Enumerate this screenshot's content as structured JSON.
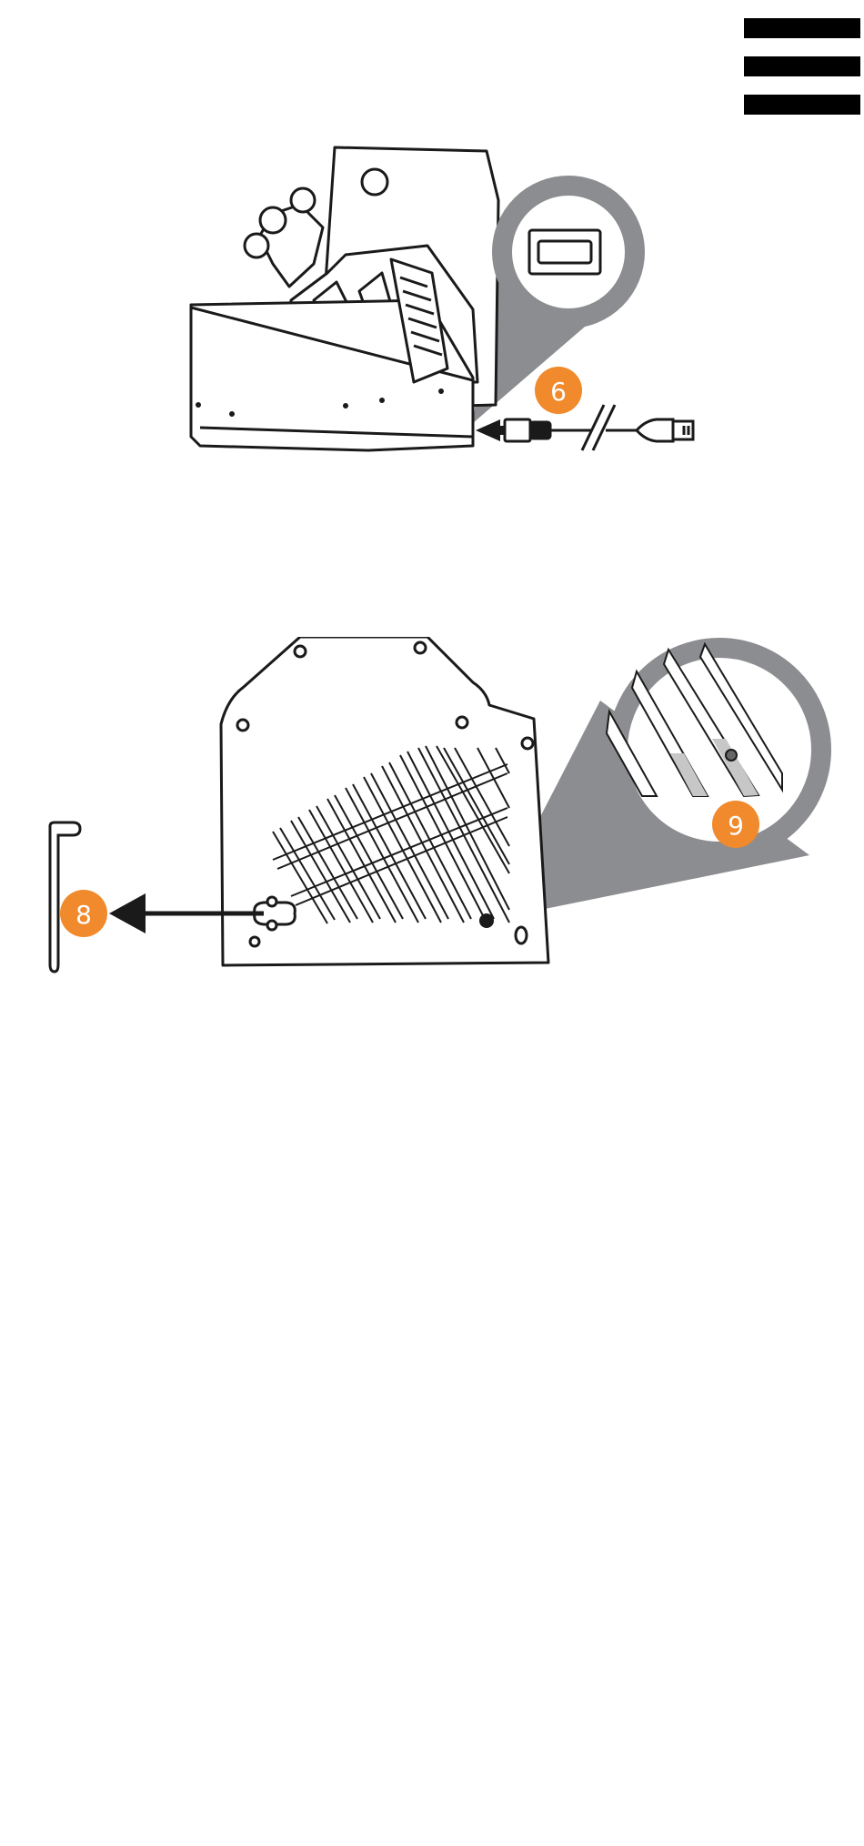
{
  "header": {
    "menu_icon": "hamburger-menu-icon"
  },
  "figures": {
    "usb_connection": {
      "step": "6",
      "icons": [
        "throttle-unit-icon",
        "usb-port-callout-icon",
        "usb-cable-icon"
      ]
    },
    "base_underside": {
      "steps": [
        "8",
        "9"
      ],
      "icons": [
        "throttle-base-underside-icon",
        "allen-key-icon",
        "screw-callout-icon"
      ]
    }
  },
  "colors": {
    "step_badge": "#F08A2C",
    "callout_gray": "#8C8D90",
    "line": "#1A1A1A"
  }
}
